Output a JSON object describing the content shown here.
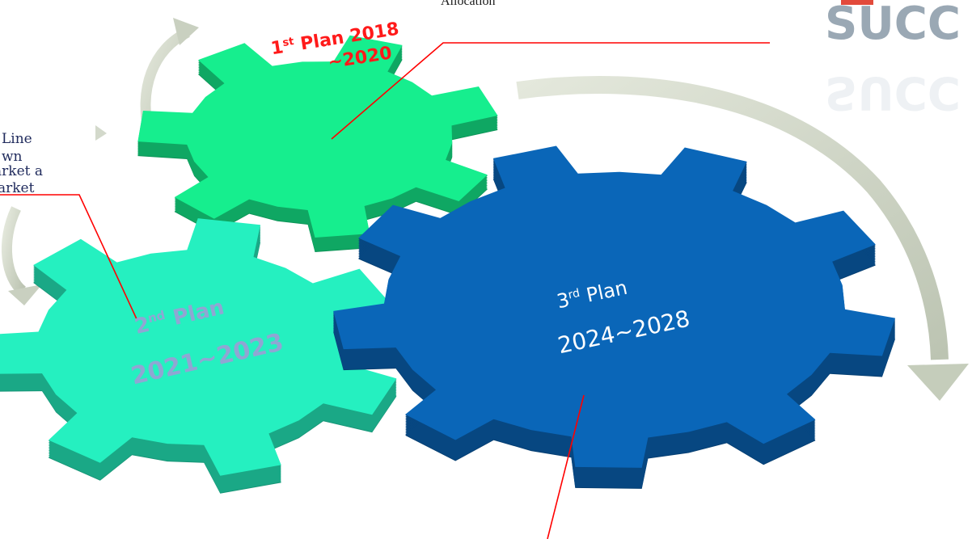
{
  "top_cut_text": "Allocation",
  "logo": {
    "text": "SUCC",
    "color": "#9aa8b4",
    "accent": "#e24a3b"
  },
  "side_note": {
    "lines": [
      "Line",
      "wn",
      "arket a",
      "narket"
    ],
    "color": "#1f2a5c"
  },
  "plan1": {
    "title": "1st Plan 2018",
    "title_main": "Plan 2018",
    "ordinal_num": "1",
    "ordinal_sup": "st",
    "years": "~2020",
    "color": "#ff1a1a",
    "gear_color": "#16ee8e"
  },
  "plan2": {
    "ordinal_num": "2",
    "ordinal_sup": "nd",
    "title_main": "Plan",
    "years": "2021~2023",
    "color": "#8fa6d3",
    "gear_color": "#25f0c0"
  },
  "plan3": {
    "ordinal_num": "3",
    "ordinal_sup": "rd",
    "title_main": "Plan",
    "years": "2024~2028",
    "color": "#ffffff",
    "gear_color": "#0a66b8"
  },
  "colors": {
    "arrow": "#c9d0c0",
    "leader_line": "#ff0000"
  }
}
